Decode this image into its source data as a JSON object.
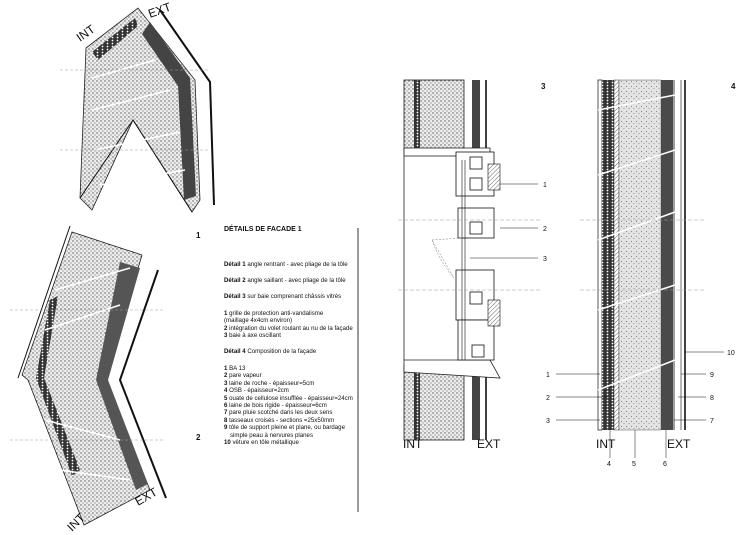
{
  "title": "DÉTAILS DE FACADE 1",
  "labels": {
    "int": "INT",
    "ext": "EXT",
    "detail_numbers": [
      "1",
      "2",
      "3",
      "4"
    ],
    "callouts": [
      "1",
      "2",
      "3",
      "4",
      "5",
      "6",
      "7",
      "8",
      "9",
      "10"
    ]
  },
  "legend": {
    "d1": {
      "bold": "Détail 1",
      "text": " angle rentrant - avec pliage de la tôle"
    },
    "d2": {
      "bold": "Détail 2",
      "text": " angle saillant - avec pliage de la tôle"
    },
    "d3": {
      "bold": "Détail 3",
      "text": " sur baie comprenant châssis vitrés"
    },
    "d3_items": [
      {
        "n": "1",
        "text": " grille de protection anti-vandalisme"
      },
      {
        "n": "",
        "text": "(maillage 4x4cm environ)"
      },
      {
        "n": "2",
        "text": " intégration du volet roulant au nu de la façade"
      },
      {
        "n": "3",
        "text": " baie à axe oscillant"
      }
    ],
    "d4": {
      "bold": "Détail 4",
      "text": " Composition de la façade"
    },
    "d4_items": [
      {
        "n": "1",
        "text": " BA 13"
      },
      {
        "n": "2",
        "text": " pare vapeur"
      },
      {
        "n": "3",
        "text": " laine de roche - épaisseur=5cm"
      },
      {
        "n": "4",
        "text": " OSB - épaisseur=2cm"
      },
      {
        "n": "5",
        "text": " ouate de cellulose insufflée - épaisseur=24cm"
      },
      {
        "n": "6",
        "text": " laine de bois rigide - épaisseur=6cm"
      },
      {
        "n": "7",
        "text": " pare pluie scotché dans les deux sens"
      },
      {
        "n": "8",
        "text": " tasseaux croisés - sections =25x50mm"
      },
      {
        "n": "9",
        "text": " tôle de support pleine et plane, ou bardage"
      },
      {
        "n": "",
        "text": "simple peau à nervures planes"
      },
      {
        "n": "10",
        "text": " vêture en tôle métallique"
      }
    ]
  },
  "colors": {
    "ink": "#111111",
    "hatch_fill": "#d9d9d9",
    "dark_layer": "#555555"
  }
}
